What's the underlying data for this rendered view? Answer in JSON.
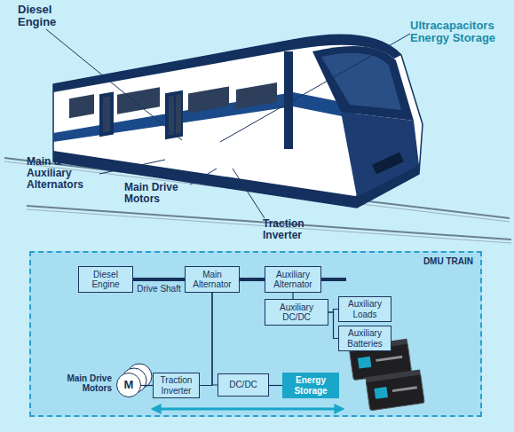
{
  "diagram": {
    "nodes": [
      {
        "text": [
          "DMU TRAIN"
        ]
      },
      {
        "text": [
          "Diesel Engine"
        ],
        "in": 0
      },
      {
        "text": [
          "Main Alternator"
        ],
        "in": 0
      },
      {
        "text": [
          "Auxiliary Alternator"
        ],
        "in": 0
      },
      {
        "text": [
          "Auxiliary DC/DC"
        ],
        "in": 0
      },
      {
        "text": [
          "Auxiliary Loads"
        ],
        "in": 0
      },
      {
        "text": [
          "Auxiliary Batteries"
        ],
        "in": 0
      },
      {
        "text": [
          "M"
        ],
        "in": 0
      },
      {
        "text": [
          "Traction Inverter"
        ],
        "in": 0
      },
      {
        "text": [
          "DC/DC"
        ],
        "in": 0
      },
      {
        "text": [
          "Energy Storage"
        ],
        "in": 0
      }
    ],
    "edges": [
      {
        "from": 1,
        "to": 2,
        "label": "Drive Shaft",
        "arrow": "none"
      },
      {
        "from": 2,
        "to": 3,
        "arrow": "none"
      },
      {
        "from": 3,
        "to": 4,
        "arrow": "none"
      },
      {
        "from": 4,
        "to": 5,
        "arrow": "none"
      },
      {
        "from": 4,
        "to": 6,
        "arrow": "none"
      },
      {
        "from": 2,
        "to": 8,
        "arrow": "none"
      },
      {
        "from": 2,
        "to": 9,
        "arrow": "none"
      },
      {
        "from": 9,
        "to": 10,
        "arrow": "none"
      },
      {
        "from": 7,
        "to": 8,
        "arrow": "none"
      }
    ],
    "labels": [
      "Diesel Engine",
      "Ultracapacitors Energy Storage",
      "Main & Auxiliary Alternators",
      "Main Drive Motors",
      "Traction Inverter",
      "Main Drive Motors"
    ]
  }
}
